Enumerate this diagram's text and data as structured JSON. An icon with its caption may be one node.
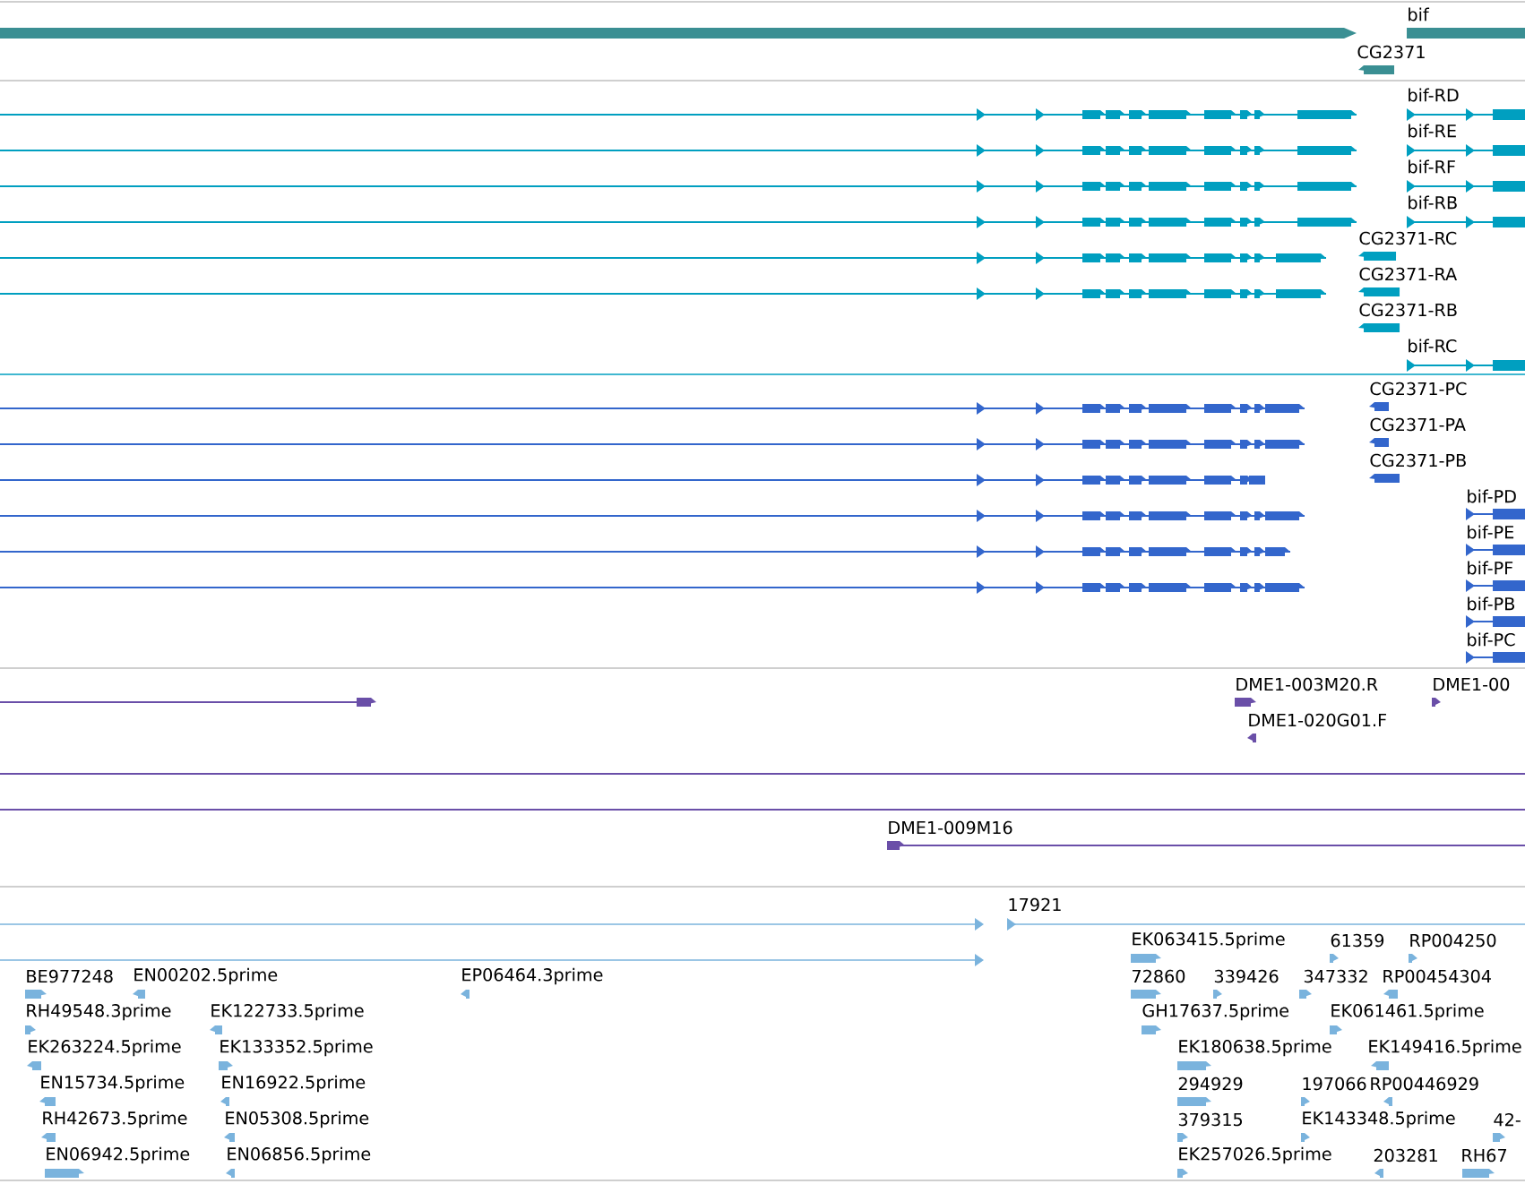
{
  "diagram": {
    "labels": [
      "bif",
      "CG2371",
      "bif-RD",
      "bif-RE",
      "bif-RF",
      "bif-RB",
      "CG2371-RC",
      "CG2371-RA",
      "CG2371-RB",
      "bif-RC",
      "CG2371-PC",
      "CG2371-PA",
      "CG2371-PB",
      "bif-PD",
      "bif-PE",
      "bif-PF",
      "bif-PB",
      "bif-PC",
      "DME1-003M20.R",
      "DME1-00",
      "DME1-020G01.F",
      "DME1-009M16",
      "17921",
      "EK063415.5prime",
      "61359",
      "RP004250",
      "BE977248",
      "EN00202.5prime",
      "EP06464.3prime",
      "72860",
      "339426",
      "347332",
      "RP00454304",
      "RH49548.3prime",
      "EK122733.5prime",
      "GH17637.5prime",
      "EK061461.5prime",
      "EK263224.5prime",
      "EK133352.5prime",
      "EK180638.5prime",
      "EK149416.5prime",
      "EN15734.5prime",
      "EN16922.5prime",
      "294929",
      "197066",
      "RP00446929",
      "RH42673.5prime",
      "EN05308.5prime",
      "379315",
      "EK143348.5prime",
      "42-",
      "EN06942.5prime",
      "EN06856.5prime",
      "EK257026.5prime",
      "203281",
      "RH67"
    ]
  }
}
